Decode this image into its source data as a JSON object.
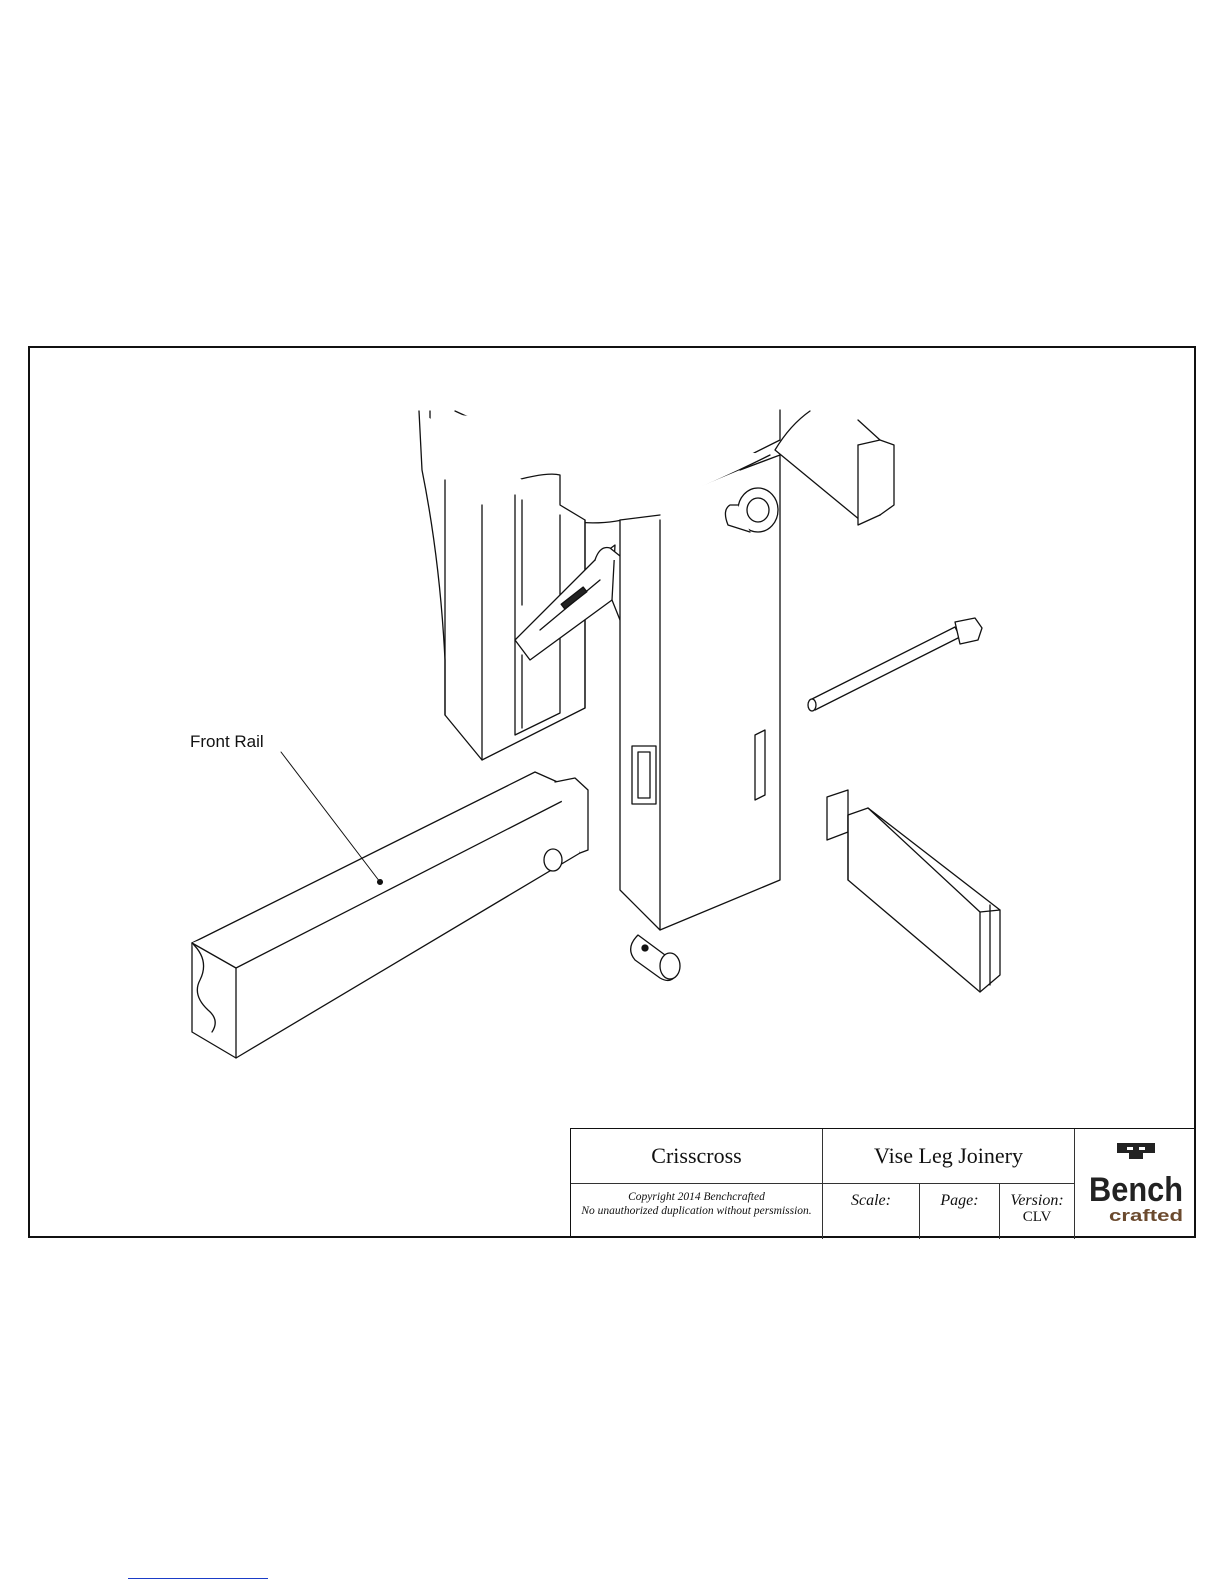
{
  "callouts": {
    "front_rail": "Front Rail"
  },
  "title_block": {
    "project": "Crisscross",
    "sheet_title": "Vise Leg Joinery",
    "copyright_line1": "Copyright 2014 Benchcrafted",
    "copyright_line2": "No unauthorized duplication without persmission.",
    "scale_label": "Scale:",
    "page_label": "Page:",
    "version_label": "Version:",
    "version_value": "CLV",
    "logo_text_top": "Bench",
    "logo_text_bottom": "crafted"
  },
  "colors": {
    "line": "#111111",
    "logo_brown": "#6b4a2e"
  }
}
